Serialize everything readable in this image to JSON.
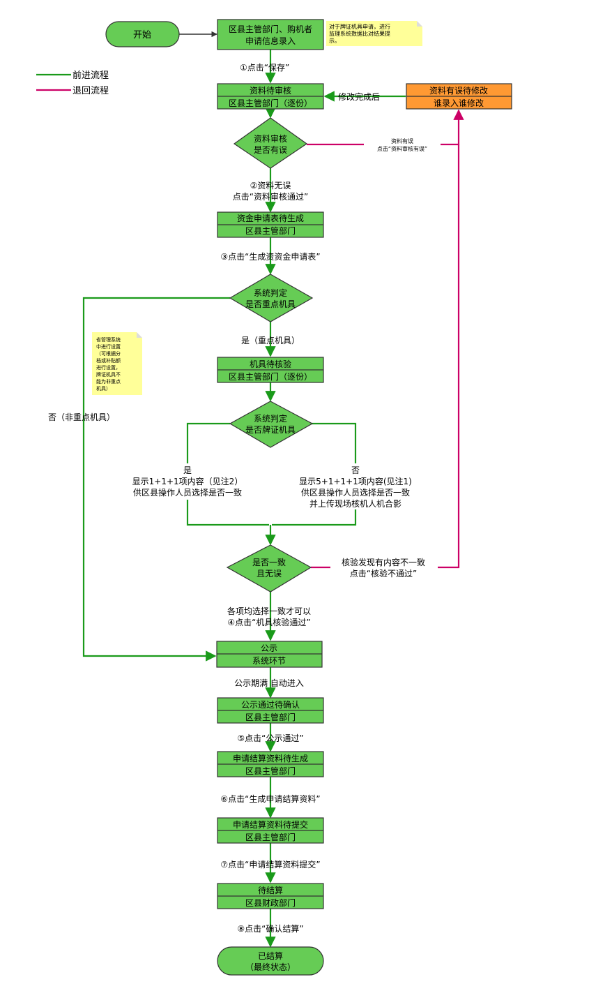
{
  "legend": {
    "forward": "前进流程",
    "back": "退回流程"
  },
  "colors": {
    "forward": "#1a9a1a",
    "back": "#cc0066",
    "box": "#66cc55",
    "orange_box": "#ff9933",
    "note": "#ffff99"
  },
  "nodes": {
    "start": "开始",
    "entry": [
      "区县主管部门、购机者",
      "申请信息录入"
    ],
    "review": [
      "资料待审核",
      "区县主管部门（逐份）"
    ],
    "error_fix": [
      "资料有误待修改",
      "谁录入谁修改"
    ],
    "review_decision": [
      "资料审核",
      "是否有误"
    ],
    "fund_table": [
      "资金申请表待生成",
      "区县主管部门"
    ],
    "key_decision": [
      "系统判定",
      "是否重点机具"
    ],
    "machine_check": [
      "机具待核验",
      "区县主管部门（逐份）"
    ],
    "plate_decision": [
      "系统判定",
      "是否牌证机具"
    ],
    "consistent_decision": [
      "是否一致",
      "且无误"
    ],
    "publicity": [
      "公示",
      "系统环节"
    ],
    "publicity_confirm": [
      "公示通过待确认",
      "区县主管部门"
    ],
    "settle_gen": [
      "申请结算资料待生成",
      "区县主管部门"
    ],
    "settle_submit": [
      "申请结算资料待提交",
      "区县主管部门"
    ],
    "pending_settle": [
      "待结算",
      "区县财政部门"
    ],
    "settled": [
      "已结算",
      "（最终状态）"
    ]
  },
  "notes": {
    "top": [
      "对于牌证机具申请，进行",
      "监理系统数据比对结果提",
      "示。"
    ],
    "left": [
      "省管理系统",
      "中进行设置",
      "（可根据分",
      "档或补贴额",
      "进行设置，",
      "牌证机具不",
      "能为非重点",
      "机具）"
    ]
  },
  "labels": {
    "step1": "①点击“保存”",
    "fix_done": "修改完成后",
    "error_branch": [
      "资料有误",
      "点击“资料审核有误”"
    ],
    "step2": [
      "②资料无误",
      "点击“资料审核通过”"
    ],
    "step3": "③点击“生成资资金申请表”",
    "key_yes": "是（重点机具）",
    "key_no": "否（非重点机具）",
    "plate_yes": [
      "是",
      "显示1+1+1项内容（见注2）",
      "供区县操作人员选择是否一致"
    ],
    "plate_no": [
      "否",
      "显示5+1+1+1项内容(见注1)",
      "供区县操作人员选择是否一致",
      "并上传现场核机人机合影"
    ],
    "inconsistent": [
      "核验发现有内容不一致",
      "点击“核验不通过”"
    ],
    "step4": [
      "各项均选择一致才可以",
      "④点击“机具核验通过”"
    ],
    "auto": "公示期满 自动进入",
    "step5": "⑤点击“公示通过”",
    "step6": "⑥点击“生成申请结算资料”",
    "step7": "⑦点击“申请结算资料提交”",
    "step8": "⑧点击“确认结算”"
  }
}
